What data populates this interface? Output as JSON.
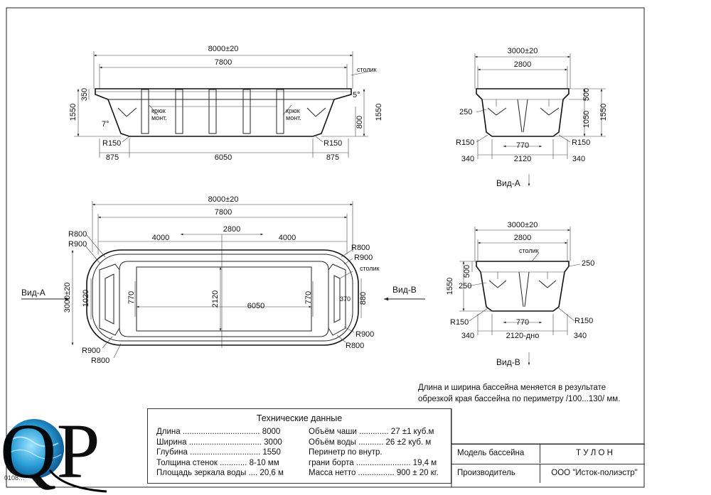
{
  "top_view": {
    "dims": {
      "overall": "8000±20",
      "inner": "7800",
      "bottom": "6050",
      "left_slope": "875",
      "right_slope": "875",
      "height_left": "1550",
      "height_right": "1550",
      "ledge": "350",
      "step": "800",
      "angle_left": "7°",
      "angle_right": "5°",
      "radius_left": "R150",
      "radius_right": "R150"
    },
    "labels": {
      "stolik": "столик",
      "kryuk_l1": "крюк",
      "kryuk_l2": "монт.",
      "kryuk_r1": "крюк",
      "kryuk_r2": "монт."
    }
  },
  "plan_view": {
    "dims": {
      "overall": "8000±20",
      "inner": "7800",
      "half_left": "4000",
      "center": "2800",
      "half_right": "4000",
      "width": "3000±20",
      "inner_width": "2120",
      "bottom": "6050",
      "step_left": "770",
      "step_right": "770",
      "left_1020": "1020",
      "right_880": "880",
      "right_370": "370",
      "r800_tl": "R800",
      "r900_tl": "R900",
      "r800_tr": "R800",
      "r900_tr": "R900",
      "r900_bl": "R900",
      "r800_bl": "R800",
      "r900_br": "R900",
      "r800_br": "R800"
    },
    "labels": {
      "view_a": "Вид-А",
      "view_b": "Вид-В",
      "stolik": "столик"
    }
  },
  "section_a": {
    "dims": {
      "overall": "3000±20",
      "inner": "2800",
      "d500": "500",
      "d1050": "1050",
      "d1550": "1550",
      "d250": "250",
      "r150_l": "R150",
      "r150_r": "R150",
      "d770": "770",
      "d340_l": "340",
      "d2120": "2120",
      "d340_r": "340"
    },
    "labels": {
      "view": "Вид-А"
    }
  },
  "section_b": {
    "dims": {
      "overall": "3000±20",
      "inner": "2800",
      "d500": "500",
      "d1550": "1550",
      "d250_l": "250",
      "d250_r": "250",
      "r150_l": "R150",
      "r150_r": "R150",
      "d770": "770",
      "d340_l": "340",
      "bottom": "2120-дно",
      "d340_r": "340"
    },
    "labels": {
      "stolik": "столик",
      "view": "Вид-В"
    }
  },
  "note": {
    "line1": "Длина и ширина бассейна меняется в  результате",
    "line2": "обрезкой края  бассейна по периметру /100...130/ мм."
  },
  "tech": {
    "title": "Технические данные",
    "left": [
      "Длина .................................. 8000",
      "Ширина ................................ 3000",
      "Глубина ............................... 1550",
      "Толщина стенок ............ 8-10 мм",
      "Площадь зеркала воды .... 20,6 м"
    ],
    "right": [
      "Объём чаши ............. 27 ±1 куб.м",
      "Объём воды ........... 26 ±2 куб. м",
      "Перинетр по внутр.",
      "грани борта ........................ 19,4 м",
      "Масса нетто ................ 900  ± 20 кг."
    ]
  },
  "title_block": {
    "model_label": "Модель бассейна",
    "model_value": "Т У Л О Н",
    "maker_label": "Производитель",
    "maker_value": "ООО \"Исток-полиэстр\""
  },
  "logo": {
    "text": "QP",
    "code": "0108…"
  }
}
